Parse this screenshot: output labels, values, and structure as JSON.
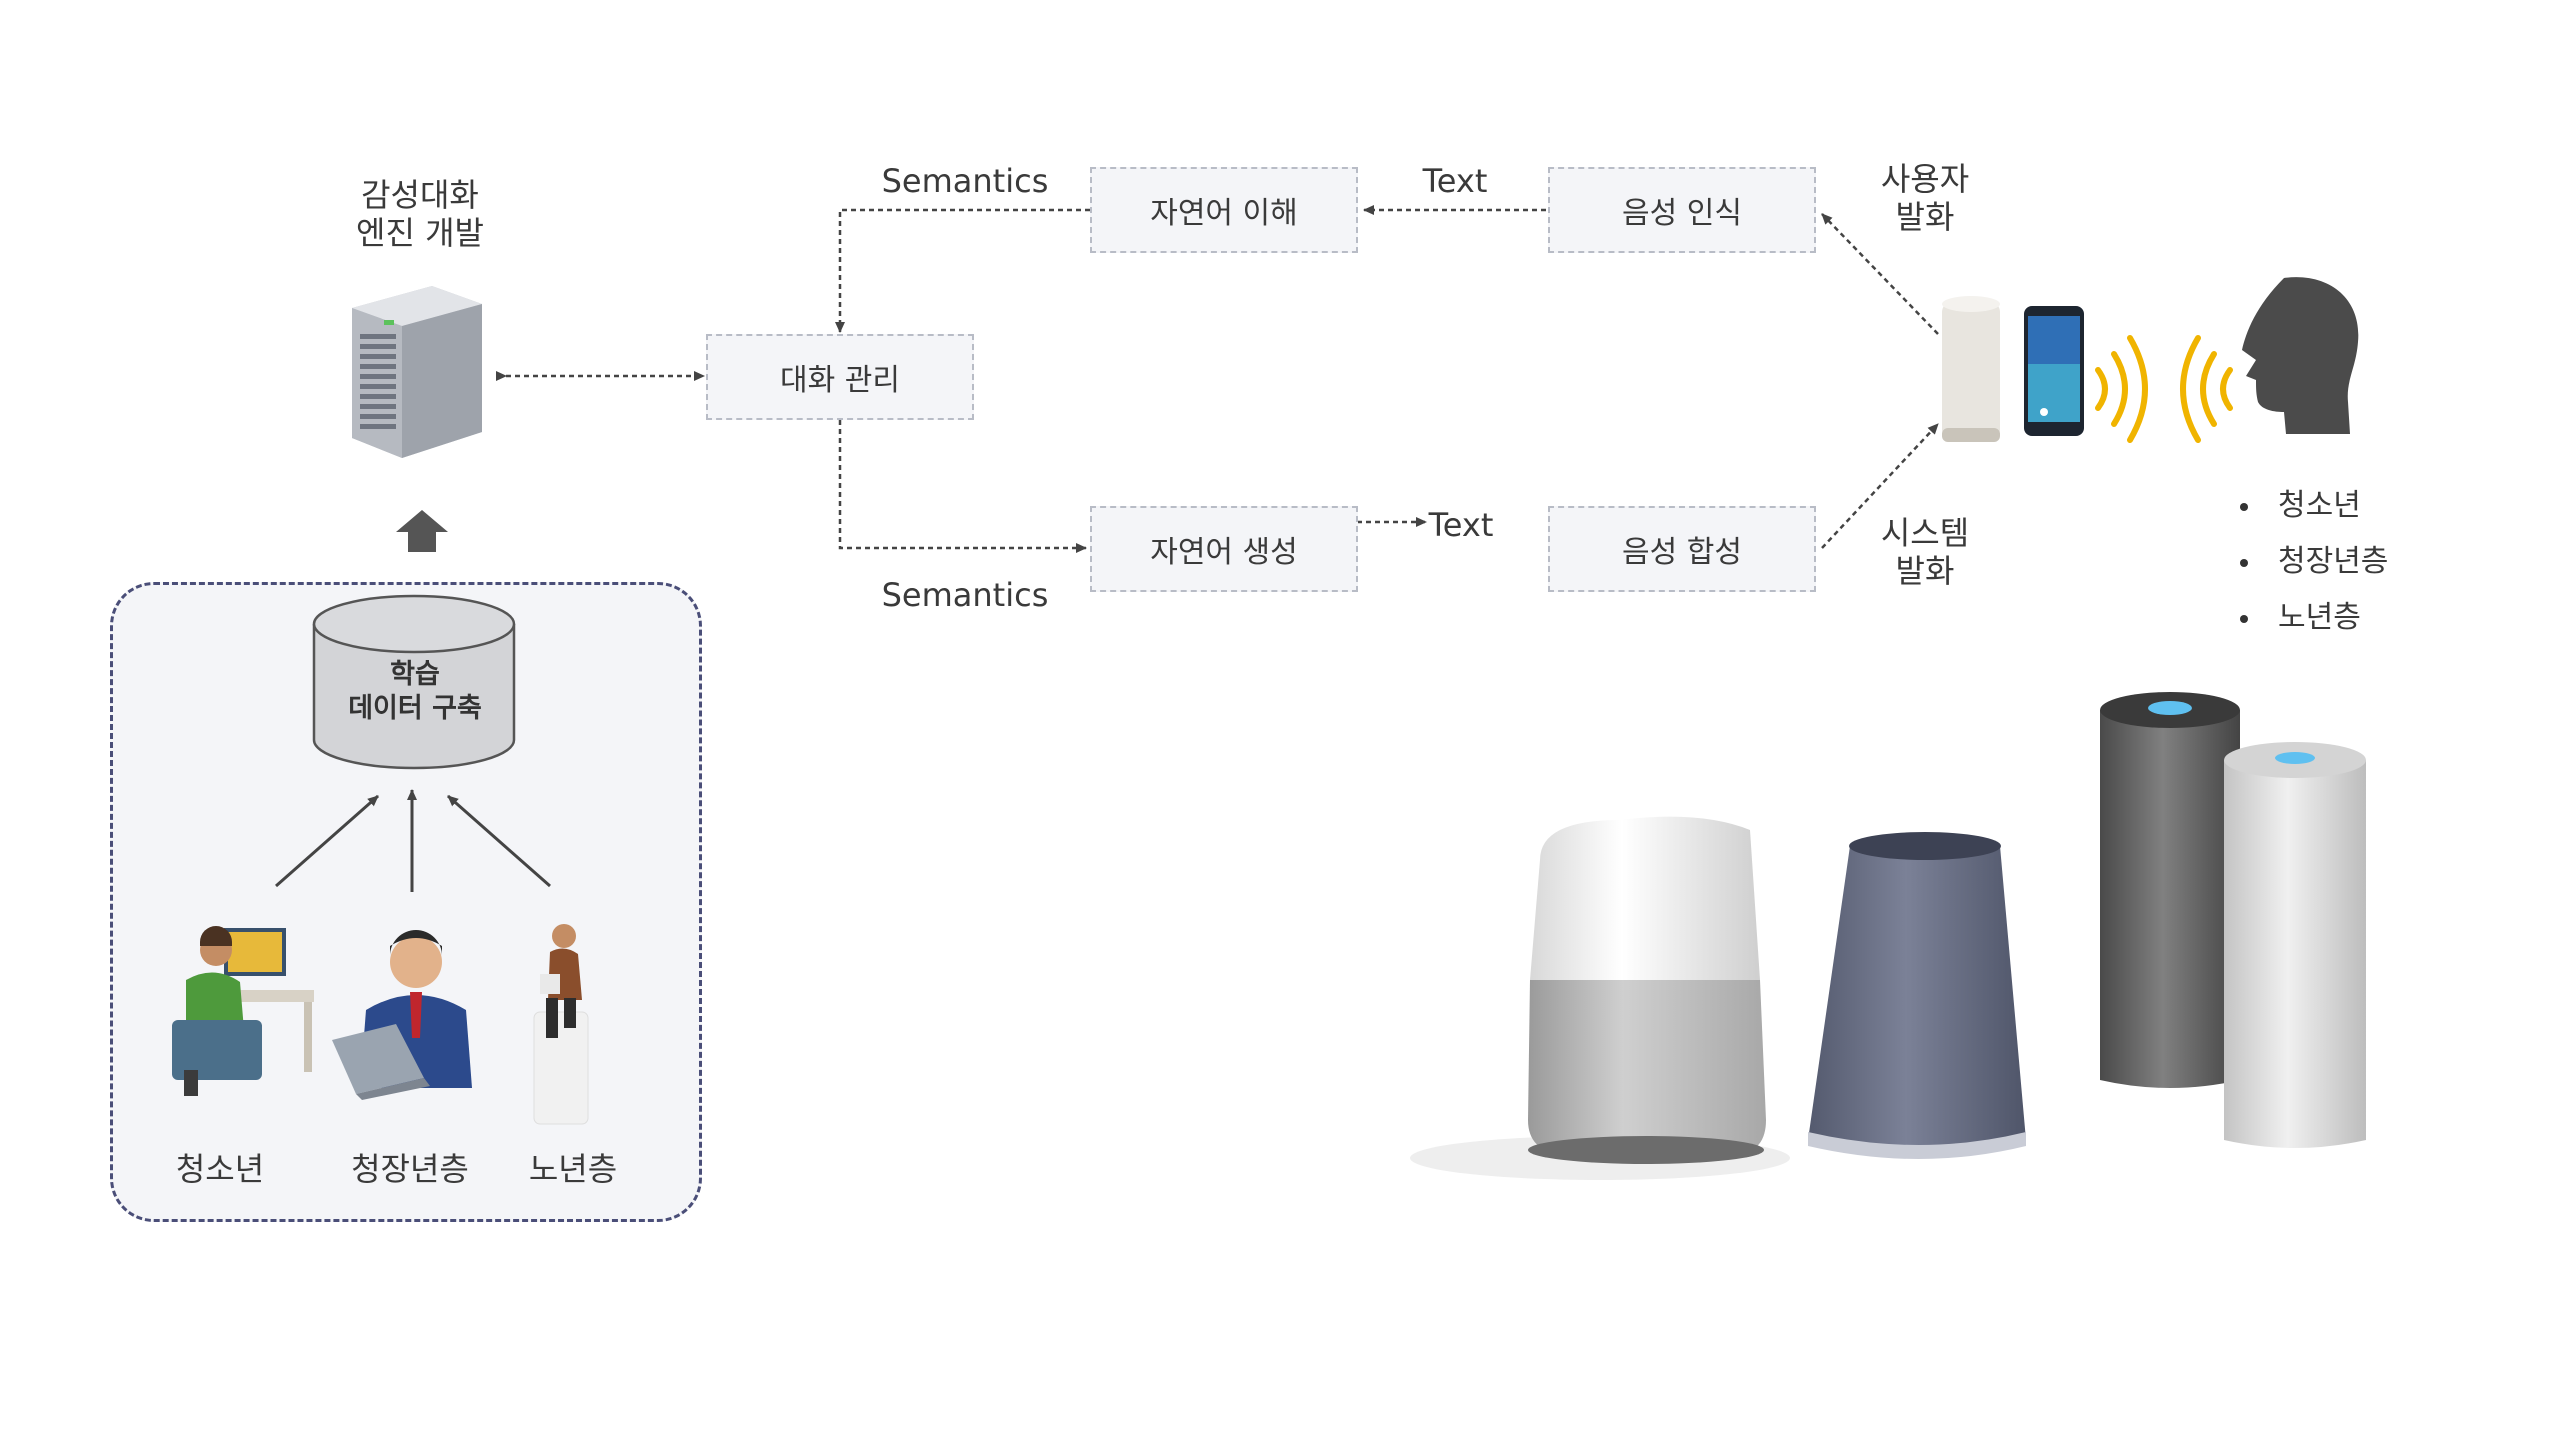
{
  "engine": {
    "title": "감성대화\n엔진 개발"
  },
  "database": {
    "label": "학습\n데이터 구축"
  },
  "users": [
    {
      "label": "청소년"
    },
    {
      "label": "청장년층"
    },
    {
      "label": "노년층"
    }
  ],
  "pipeline": {
    "dialog_manager": "대화 관리",
    "nlu": "자연어 이해",
    "nlg": "자연어 생성",
    "asr": "음성 인식",
    "tts": "음성 합성",
    "semantics_top": "Semantics",
    "semantics_bottom": "Semantics",
    "text_top": "Text",
    "text_bottom": "Text",
    "user_utterance": "사용자\n발화",
    "system_utterance": "시스템\n발화"
  },
  "targets": [
    "청소년",
    "청장년층",
    "노년층"
  ],
  "colors": {
    "sound_wave": "#f0b400",
    "panel_border": "#4a4e78",
    "box_bg": "#f4f5f8"
  }
}
